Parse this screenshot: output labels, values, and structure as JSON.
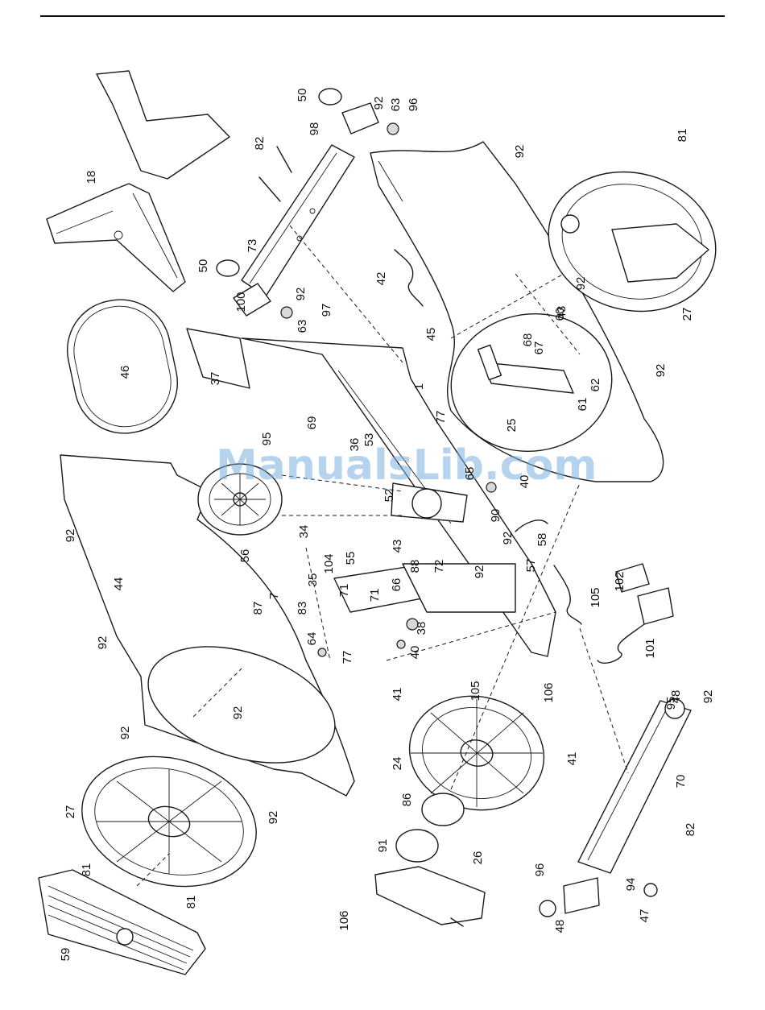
{
  "watermark": "ManualsLib.com",
  "part_numbers": [
    "1",
    "7",
    "18",
    "24",
    "25",
    "26",
    "27",
    "27",
    "34",
    "35",
    "36",
    "37",
    "38",
    "40",
    "40",
    "41",
    "41",
    "42",
    "43",
    "43",
    "44",
    "45",
    "46",
    "47",
    "48",
    "48",
    "50",
    "50",
    "52",
    "53",
    "55",
    "56",
    "57",
    "58",
    "59",
    "60",
    "61",
    "62",
    "63",
    "63",
    "64",
    "65",
    "66",
    "67",
    "68",
    "69",
    "70",
    "71",
    "71",
    "72",
    "73",
    "77",
    "77",
    "81",
    "81",
    "81",
    "82",
    "82",
    "83",
    "86",
    "87",
    "88",
    "90",
    "91",
    "92",
    "92",
    "92",
    "92",
    "92",
    "92",
    "92",
    "92",
    "92",
    "92",
    "92",
    "92",
    "92",
    "94",
    "95",
    "95",
    "96",
    "96",
    "97",
    "98",
    "100",
    "101",
    "102",
    "104",
    "105",
    "105",
    "106",
    "106"
  ]
}
